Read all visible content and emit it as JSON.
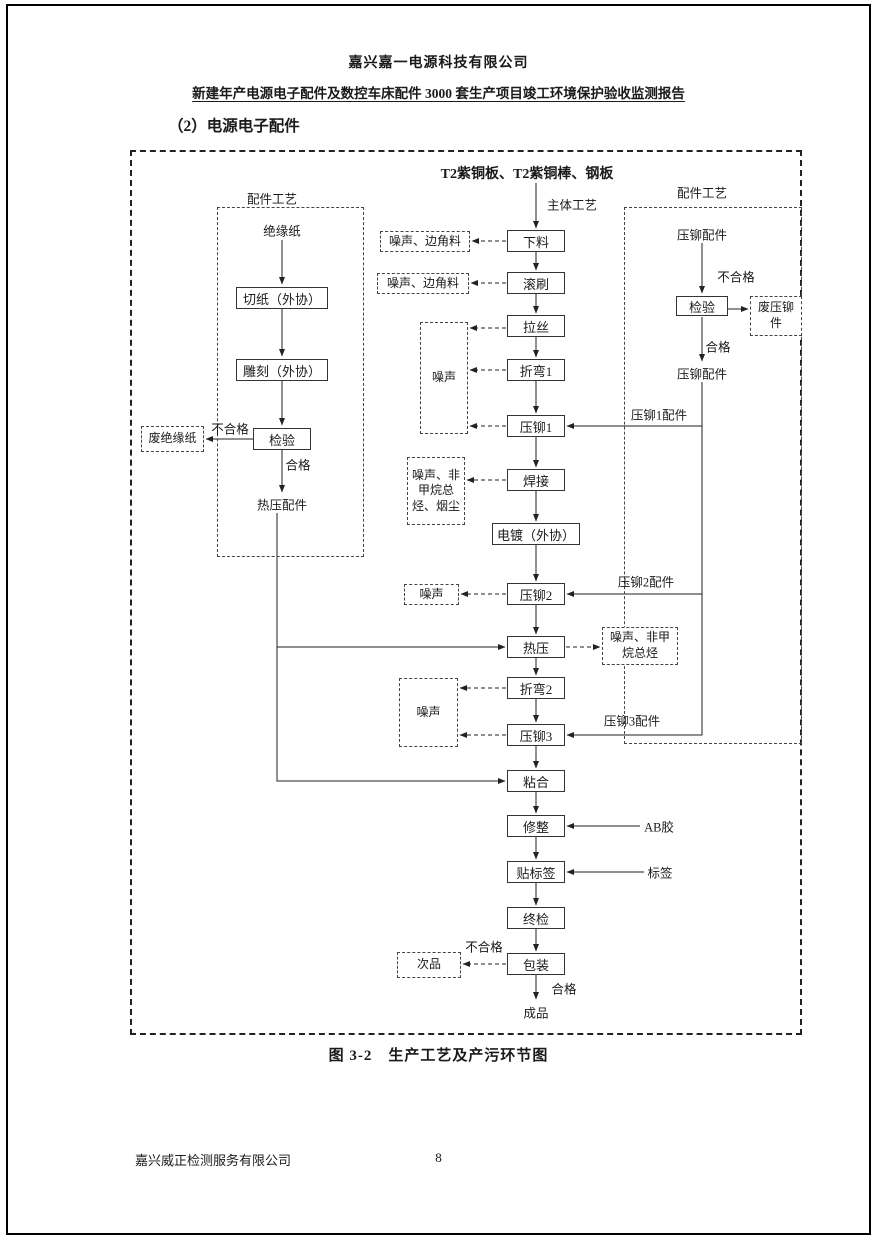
{
  "header": {
    "company": "嘉兴嘉一电源科技有限公司",
    "report_title": "新建年产电源电子配件及数控车床配件 3000 套生产项目竣工环境保护验收监测报告"
  },
  "section_heading": "（2）电源电子配件",
  "diagram": {
    "raw_material": "T2紫铜板、T2紫铜棒、钢板",
    "main_flow_label": "主体工艺",
    "main_steps": [
      "下料",
      "滚刷",
      "拉丝",
      "折弯1",
      "压铆1",
      "焊接",
      "电镀（外协）",
      "压铆2",
      "热压",
      "折弯2",
      "压铆3",
      "粘合",
      "修整",
      "贴标签",
      "终检",
      "包装"
    ],
    "final_product": "成品",
    "left_branch": {
      "title": "配件工艺",
      "input": "绝缘纸",
      "steps": [
        "切纸（外协）",
        "雕刻（外协）",
        "检验"
      ],
      "fail_label": "不合格",
      "waste": "废绝缘纸",
      "pass_label": "合格",
      "output": "热压配件"
    },
    "right_branch": {
      "title": "配件工艺",
      "input": "压铆配件",
      "inspect": "检验",
      "fail_label": "不合格",
      "waste": "废压铆件",
      "pass_label": "合格",
      "output": "压铆配件",
      "feed_labels": [
        "压铆1配件",
        "压铆2配件",
        "压铆3配件"
      ]
    },
    "emissions": [
      "噪声、边角料",
      "噪声、边角料",
      "噪声",
      "噪声、非甲烷总烃、烟尘",
      "噪声",
      "噪声、非甲烷总烃",
      "噪声"
    ],
    "side_inputs": [
      "AB胶",
      "标签"
    ],
    "packaging_fail_label": "不合格",
    "reject": "次品",
    "packaging_pass_label": "合格"
  },
  "caption": "图 3-2　生产工艺及产污环节图",
  "footer": {
    "company": "嘉兴威正检测服务有限公司",
    "page_number": "8"
  }
}
